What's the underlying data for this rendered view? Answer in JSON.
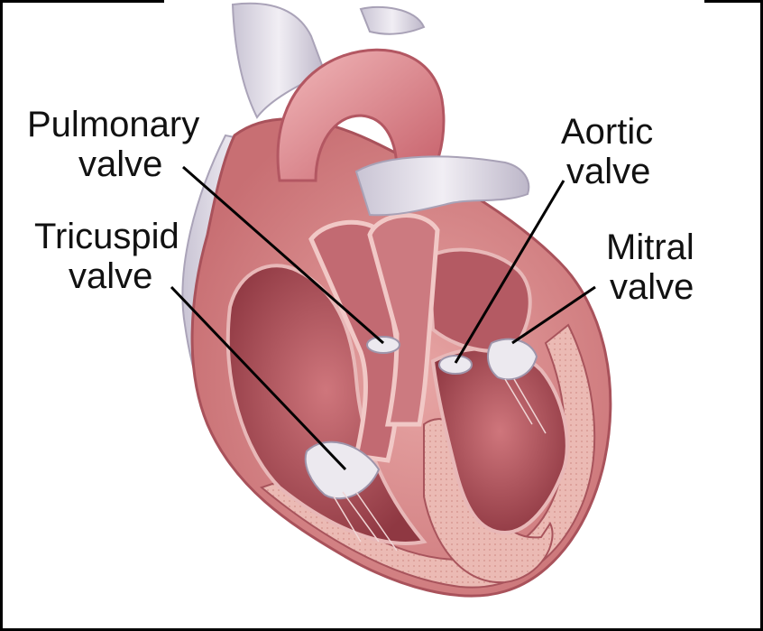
{
  "labels": {
    "pulmonary": [
      "Pulmonary",
      "valve"
    ],
    "aortic": [
      "Aortic",
      "valve"
    ],
    "tricuspid": [
      "Tricuspid",
      "valve"
    ],
    "mitral": [
      "Mitral",
      "valve"
    ]
  },
  "colors": {
    "myocardium": "#d6898a",
    "chamber": "#b8575f",
    "chamber_dark": "#8f3540",
    "vessel": "#e7a2a5",
    "vessel_dark": "#c86a72",
    "vein": "#e6e3ec",
    "vein_shadow": "#b8b3c4",
    "valve": "#ece9ef",
    "septum": "#f1c7c3",
    "leader": "#000000"
  }
}
